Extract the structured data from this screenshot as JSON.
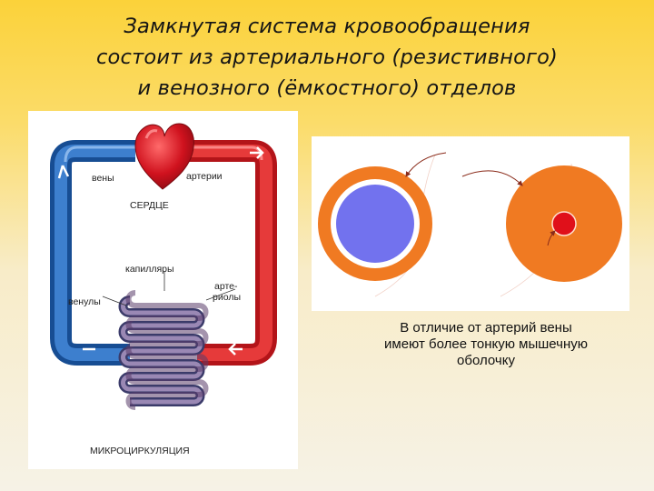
{
  "slide": {
    "title_lines": [
      "Замкнутая система кровообращения",
      "состоит из артериального (резистивного)",
      "и венозного (ёмкостного) отделов"
    ]
  },
  "circulation_diagram": {
    "label_veins": "вены",
    "label_arteries": "артерии",
    "label_heart": "СЕРДЦЕ",
    "label_capillaries": "капилляры",
    "label_arterioles_line1": "арте-",
    "label_arterioles_line2": "риолы",
    "label_venules": "венулы",
    "label_microcirculation": "МИКРОЦИРКУЛЯЦИЯ",
    "colors": {
      "artery": "#d8232a",
      "vein": "#1f5fae",
      "heart": "#c8102e"
    }
  },
  "vessel_cross_sections": {
    "colors": {
      "wall": "#f07a22",
      "vein_lumen": "#7272ee",
      "artery_lumen": "#e0101a"
    }
  },
  "caption": {
    "lines": [
      "В отличие от артерий вены",
      "имеют более тонкую мышечную",
      "оболочку"
    ]
  }
}
